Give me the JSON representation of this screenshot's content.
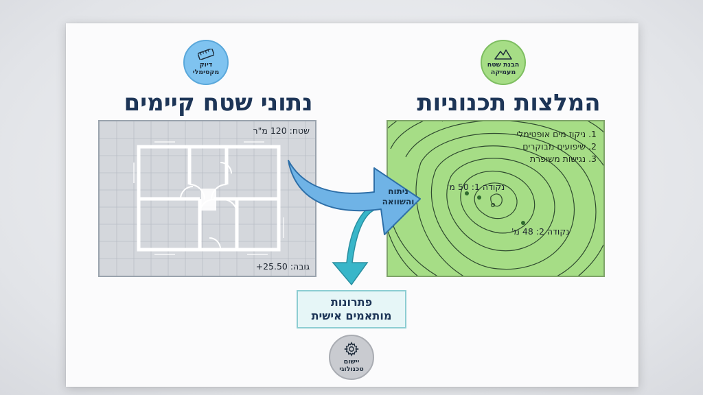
{
  "left_section": {
    "title": "נתוני שטח קיימים",
    "badge_line1": "דיוק",
    "badge_line2": "מקסימלי",
    "badge_icon": "ruler-icon",
    "area_label": "שטח: 120 מ\"ר",
    "height_label": "גובה: 25.50+"
  },
  "right_section": {
    "title": "המלצות תכנוניות",
    "badge_line1": "הבנת שטח",
    "badge_line2": "מעמיקה",
    "badge_icon": "mountains-icon",
    "recommendations": [
      "1. ניקוז מים אופטימלי",
      "2. שיפועים מבוקרים",
      "3. נגישות משופרת"
    ],
    "point1_label": "נקודה 1: 50 מ'",
    "point2_label": "נקודה 2: 48 מ'"
  },
  "arrow": {
    "line1": "ניתוח",
    "line2": "והשוואה"
  },
  "result": {
    "line1": "פתרונות",
    "line2": "מותאמים אישית",
    "badge_line1": "יישום",
    "badge_line2": "טכנולוגי",
    "badge_icon": "gear-icon"
  },
  "colors": {
    "title": "#1d3557",
    "terrain_fill": "#a6dd86",
    "plan_fill": "#d4d7dc",
    "arrow_blue": "#6fb3e6",
    "arrow_teal": "#38b6c9",
    "badge_blue": "#7fc3f0",
    "badge_green": "#a6dd86",
    "badge_gray": "#c9cbd0"
  }
}
